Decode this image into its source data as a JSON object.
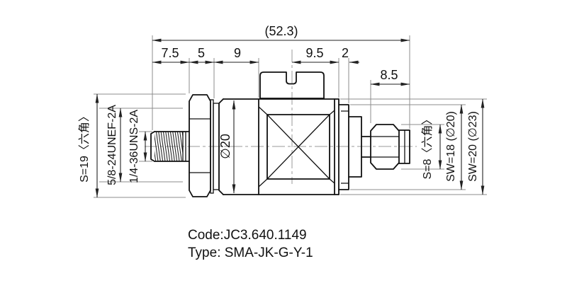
{
  "drawing": {
    "title_block": {
      "code": "Code:JC3.640.1149",
      "type": "Type: SMA-JK-G-Y-1"
    },
    "dimensions": {
      "overall_length": "(52.3)",
      "left_thread_length": "7.5",
      "left_hex_length": "5",
      "body_left_length": "9",
      "body_right_length": "9.5",
      "rear_flange_length": "2",
      "plug_length": "8.5",
      "body_diameter": "∅20"
    },
    "labels_left": {
      "hex_size": "S=19〈六角〉",
      "outer_thread_spec": "5/8-24UNEF-2A",
      "inner_thread_spec": "1/4-36UNS-2A"
    },
    "labels_right": {
      "hex_size": "S=8〈六角〉",
      "wrench_18": "SW=18 (∅20)",
      "wrench_20": "SW=20 (∅23)"
    },
    "colors": {
      "outline": "#111111",
      "dimension": "#222222",
      "extension": "#8c8c8c",
      "centerline": "#9a9a9a",
      "background": "#ffffff"
    }
  }
}
